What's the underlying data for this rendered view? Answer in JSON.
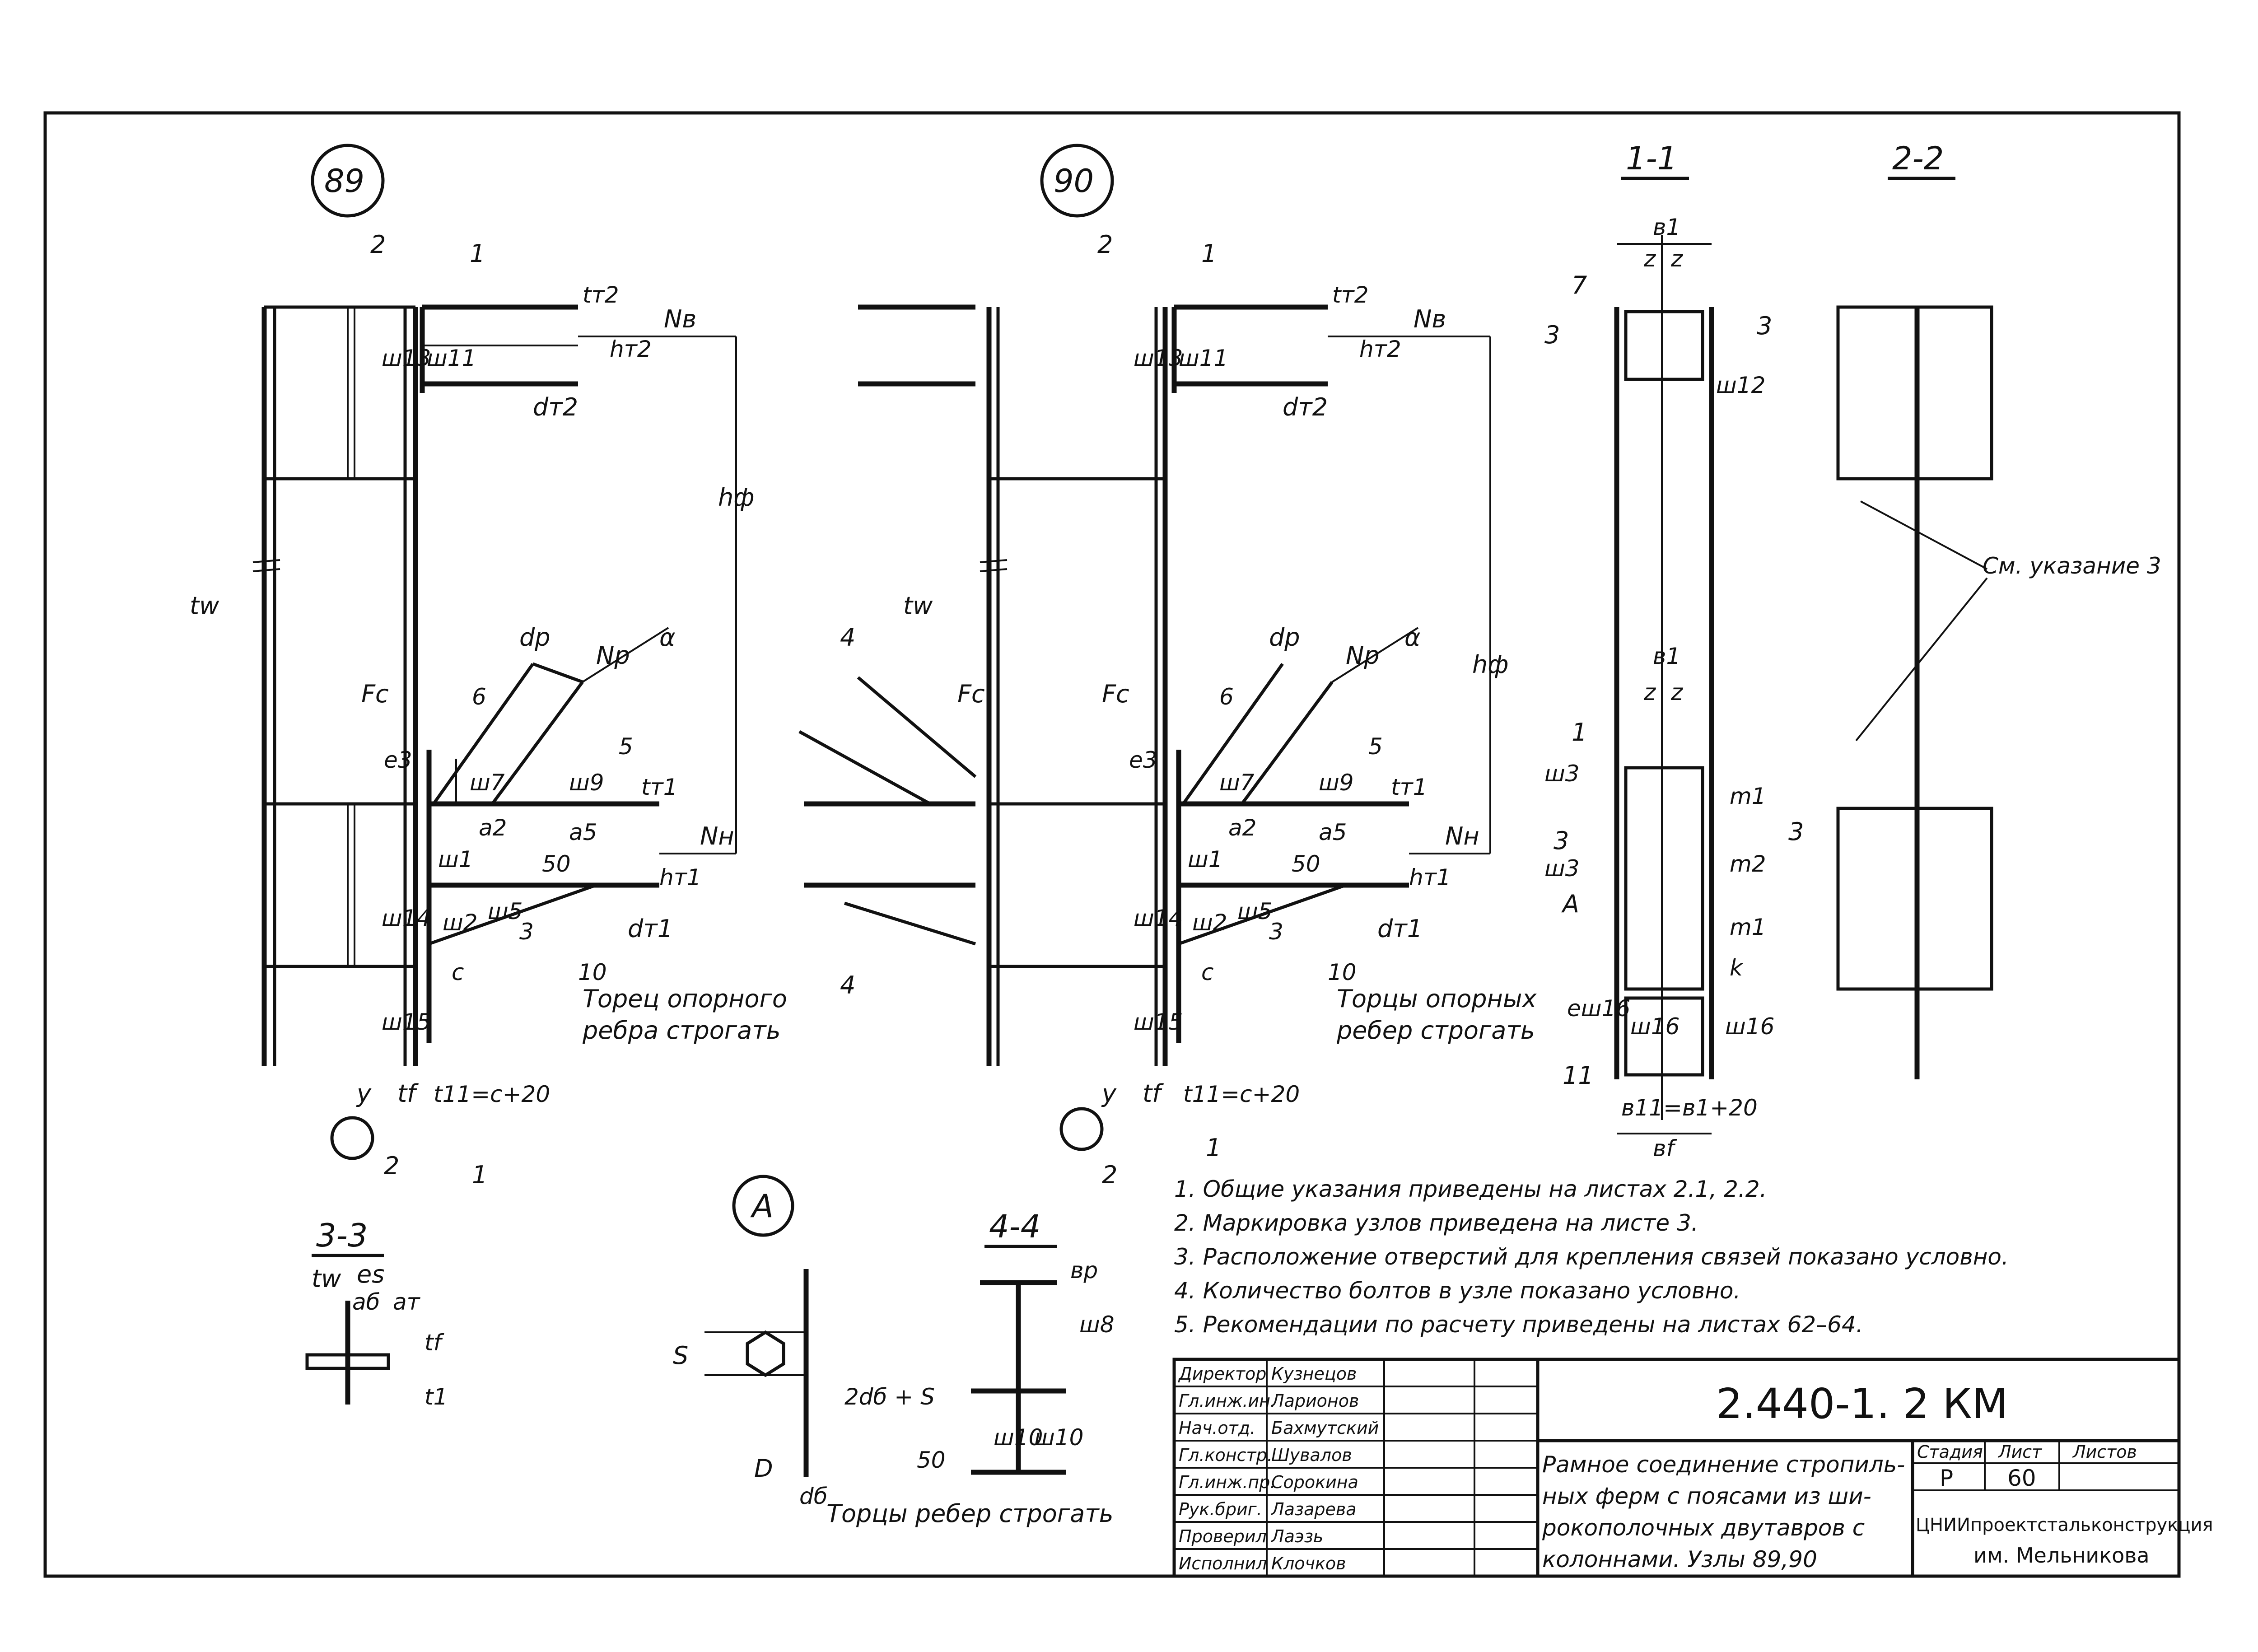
{
  "nodes": {
    "node89": "89",
    "node90": "90"
  },
  "sections": {
    "s11": "1-1",
    "s22": "2-2",
    "s33": "3-3",
    "s44": "4-4",
    "detailA": "A"
  },
  "labels": {
    "cut1": "1",
    "cut2": "2",
    "cut3": "3",
    "cut4": "4",
    "tw": "tw",
    "Fc": "Fc",
    "dp": "dp",
    "Np": "Np",
    "alpha": "α",
    "Nb": "Nв",
    "Nn": "Nн",
    "hf": "hф",
    "dt2": "dт2",
    "dt1": "dт1",
    "ht2": "hт2",
    "ht1": "hт1",
    "tt2": "tт2",
    "tt1": "tт1",
    "e3": "e3",
    "a2": "a2",
    "a5": "a5",
    "n5": "5",
    "n6": "6",
    "n3": "3",
    "n50": "50",
    "n10": "10",
    "c": "c",
    "y": "y",
    "tf": "tf",
    "t11": "t11=c+20",
    "w1": "ш1",
    "w2": "ш2",
    "w5": "ш5",
    "w7": "ш7",
    "w9": "ш9",
    "w11": "ш11",
    "w13": "ш13",
    "w14": "ш14",
    "w15": "ш15",
    "w3": "ш3",
    "w12": "ш12",
    "w16": "ш16",
    "w8": "ш8",
    "w10": "ш10",
    "b1": "в1",
    "bf": "вf",
    "b11": "в11=в1+20",
    "z": "z",
    "m1": "m1",
    "m2": "m2",
    "k": "k",
    "ew16": "eш16",
    "n7": "7",
    "n1": "1",
    "n11": "11",
    "A": "A",
    "see3": "См. указание 3",
    "end89": "Торец опорного",
    "end89b": "ребра строгать",
    "end90": "Торцы опорных",
    "end90b": "ребер строгать",
    "ends": "Торцы ребер строгать",
    "S": "S",
    "D": "D",
    "db": "dб",
    "twoS": "2dб + S",
    "bp": "вр",
    "es": "es",
    "at": "aт",
    "ab": "aб",
    "tf2": "tf",
    "t1": "t1",
    "tw2": "tw"
  },
  "notes": [
    "1.  Общие указания приведены  на листах 2.1, 2.2.",
    "2.  Маркировка узлов приведена  на листе 3.",
    "3.  Расположение отверстий для крепления связей показано условно.",
    "4.  Количество болтов в узле показано условно.",
    "5.  Рекомендации по расчету приведены  на листах 62–64."
  ],
  "title_block": {
    "code": "2.440-1. 2 КМ",
    "title_lines": [
      "Рамное соединение стропиль-",
      "ных ферм с поясами из ши-",
      "рокополочных двутавров с",
      "колоннами.  Узлы 89,90"
    ],
    "stage_label": "Стадия",
    "sheet_label": "Лист",
    "sheets_label": "Листов",
    "stage": "Р",
    "sheet": "60",
    "sheets": "",
    "org1": "ЦНИИпроектстальконструкция",
    "org2": "им. Мельникова",
    "staff": [
      {
        "role": "Директор",
        "name": "Кузнецов"
      },
      {
        "role": "Гл.инж.ин.",
        "name": "Ларионов"
      },
      {
        "role": "Нач.отд.",
        "name": "Бахмутский"
      },
      {
        "role": "Гл.констр.",
        "name": "Шувалов"
      },
      {
        "role": "Гл.инж.пр.",
        "name": "Сорокина"
      },
      {
        "role": "Рук.бриг.",
        "name": "Лазарева"
      },
      {
        "role": "Проверил",
        "name": "Лаэзь"
      },
      {
        "role": "Исполнил",
        "name": "Клочков"
      }
    ]
  },
  "colors": {
    "ink": "#111111",
    "paper": "#ffffff"
  }
}
